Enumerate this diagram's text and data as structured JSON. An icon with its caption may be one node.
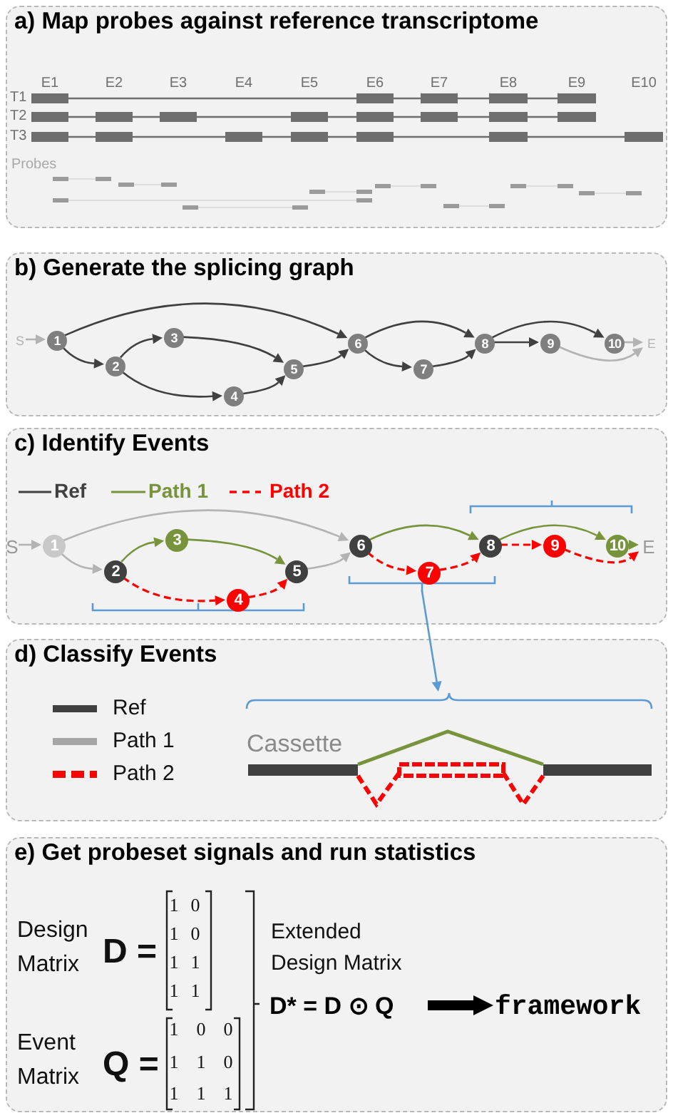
{
  "diagram": {
    "nodes": [
      {
        "text": [
          "a) Map probes against reference transcriptome"
        ]
      },
      {
        "text": [
          "b) Generate the splicing graph"
        ]
      },
      {
        "text": [
          "S"
        ],
        "in": 1
      },
      {
        "text": [
          "1"
        ],
        "in": 1
      },
      {
        "text": [
          "2"
        ],
        "in": 1
      },
      {
        "text": [
          "3"
        ],
        "in": 1
      },
      {
        "text": [
          "4"
        ],
        "in": 1
      },
      {
        "text": [
          "5"
        ],
        "in": 1
      },
      {
        "text": [
          "6"
        ],
        "in": 1
      },
      {
        "text": [
          "7"
        ],
        "in": 1
      },
      {
        "text": [
          "8"
        ],
        "in": 1
      },
      {
        "text": [
          "9"
        ],
        "in": 1
      },
      {
        "text": [
          "10"
        ],
        "in": 1
      },
      {
        "text": [
          "E"
        ],
        "in": 1
      },
      {
        "text": [
          "c) Identify Events"
        ]
      },
      {
        "text": [
          "S"
        ],
        "in": 14
      },
      {
        "text": [
          "1"
        ],
        "in": 14
      },
      {
        "text": [
          "2"
        ],
        "in": 14
      },
      {
        "text": [
          "3"
        ],
        "in": 14
      },
      {
        "text": [
          "4"
        ],
        "in": 14
      },
      {
        "text": [
          "5"
        ],
        "in": 14
      },
      {
        "text": [
          "6"
        ],
        "in": 14
      },
      {
        "text": [
          "7"
        ],
        "in": 14
      },
      {
        "text": [
          "8"
        ],
        "in": 14
      },
      {
        "text": [
          "9"
        ],
        "in": 14
      },
      {
        "text": [
          "10"
        ],
        "in": 14
      },
      {
        "text": [
          "E"
        ],
        "in": 14
      },
      {
        "text": [],
        "shape": "bracket",
        "in": 14
      },
      {
        "text": [
          "d) Classify Events"
        ]
      },
      {
        "text": [
          "Cassette"
        ],
        "in": 28
      },
      {
        "text": [
          "e) Get probeset signals and run statistics"
        ]
      },
      {
        "text": [
          "D* = D ⊙ Q"
        ],
        "in": 30
      },
      {
        "text": [
          "framework"
        ],
        "in": 30
      }
    ],
    "edges": [
      {
        "from": 2,
        "to": 3,
        "arrow": "to",
        "color": "#b3b3b3"
      },
      {
        "from": 3,
        "to": 4,
        "arrow": "to"
      },
      {
        "from": 3,
        "to": 8,
        "arrow": "to"
      },
      {
        "from": 4,
        "to": 5,
        "arrow": "to"
      },
      {
        "from": 4,
        "to": 6,
        "arrow": "to"
      },
      {
        "from": 5,
        "to": 7,
        "arrow": "to"
      },
      {
        "from": 6,
        "to": 7,
        "arrow": "to"
      },
      {
        "from": 7,
        "to": 8,
        "arrow": "to"
      },
      {
        "from": 8,
        "to": 9,
        "arrow": "to"
      },
      {
        "from": 8,
        "to": 10,
        "arrow": "to"
      },
      {
        "from": 9,
        "to": 10,
        "arrow": "to"
      },
      {
        "from": 10,
        "to": 11,
        "arrow": "to"
      },
      {
        "from": 10,
        "to": 12,
        "arrow": "to"
      },
      {
        "from": 11,
        "to": 13,
        "arrow": "to",
        "color": "#b3b3b3"
      },
      {
        "from": 12,
        "to": 13,
        "arrow": "to",
        "color": "#b3b3b3"
      },
      {
        "from": 15,
        "to": 16,
        "arrow": "to",
        "color": "#b3b3b3"
      },
      {
        "from": 16,
        "to": 17,
        "arrow": "to",
        "color": "#b3b3b3"
      },
      {
        "from": 16,
        "to": 21,
        "arrow": "to",
        "color": "#b3b3b3"
      },
      {
        "from": 17,
        "to": 18,
        "arrow": "to",
        "color": "#77933c"
      },
      {
        "from": 18,
        "to": 20,
        "arrow": "to",
        "color": "#77933c"
      },
      {
        "from": 17,
        "to": 19,
        "arrow": "to",
        "style": "dashed",
        "color": "#ff0000"
      },
      {
        "from": 19,
        "to": 20,
        "arrow": "to",
        "style": "dashed",
        "color": "#ff0000"
      },
      {
        "from": 20,
        "to": 21,
        "arrow": "to",
        "color": "#b3b3b3"
      },
      {
        "from": 21,
        "to": 23,
        "arrow": "to",
        "color": "#77933c"
      },
      {
        "from": 21,
        "to": 22,
        "arrow": "to",
        "style": "dashed",
        "color": "#ff0000"
      },
      {
        "from": 22,
        "to": 23,
        "arrow": "to",
        "style": "dashed",
        "color": "#ff0000"
      },
      {
        "from": 23,
        "to": 25,
        "arrow": "to",
        "color": "#77933c"
      },
      {
        "from": 23,
        "to": 24,
        "arrow": "to",
        "style": "dashed",
        "color": "#ff0000"
      },
      {
        "from": 24,
        "to": 26,
        "arrow": "to",
        "style": "dashed",
        "color": "#ff0000"
      },
      {
        "from": 25,
        "to": 26,
        "arrow": "to",
        "color": "#77933c"
      },
      {
        "from": 27,
        "to": 29,
        "arrow": "to",
        "color": "#5b9bd5"
      },
      {
        "from": 31,
        "to": 32,
        "arrow": "to",
        "style": "thick",
        "color": "#000000"
      }
    ],
    "labels": [
      "E1",
      "E2",
      "E3",
      "E4",
      "E5",
      "E6",
      "E7",
      "E8",
      "E9",
      "E10",
      "T1",
      "T2",
      "T3",
      "Probes",
      "Design Matrix",
      "D =",
      "1",
      "0",
      "1",
      "0",
      "1",
      "1",
      "1",
      "1",
      "Event Matrix",
      "Q =",
      "1",
      "0",
      "0",
      "1",
      "1",
      "0",
      "1",
      "1",
      "1",
      "Extended Design Matrix"
    ],
    "legend": [
      {
        "text": "Ref"
      },
      {
        "text": "Path 1"
      },
      {
        "text": "Path 2"
      },
      {
        "text": "Ref"
      },
      {
        "text": "Path 1"
      },
      {
        "text": "Path 2"
      }
    ]
  }
}
